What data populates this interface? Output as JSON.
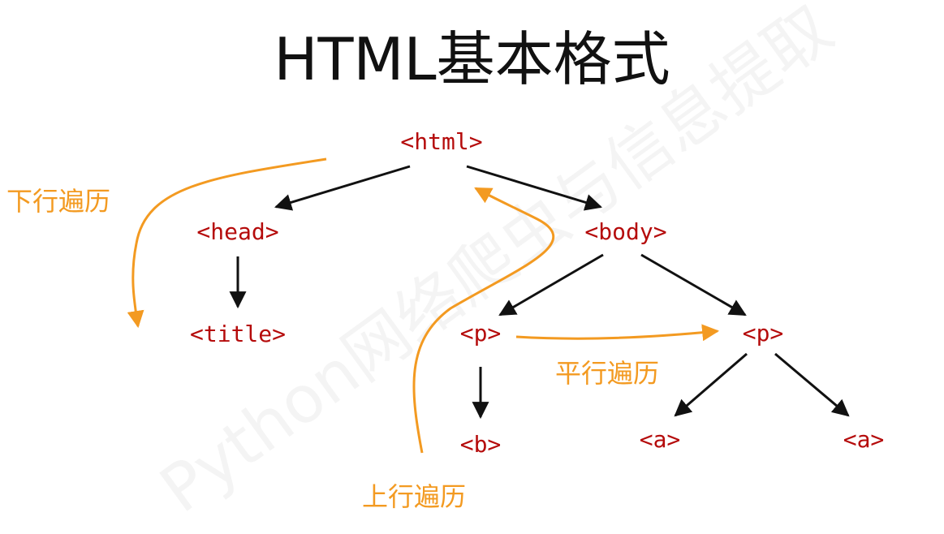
{
  "title": "HTML基本格式",
  "watermark": "Python网络爬虫与信息提取",
  "nodes": {
    "html": "<html>",
    "head": "<head>",
    "body": "<body>",
    "title": "<title>",
    "p1": "<p>",
    "p2": "<p>",
    "b": "<b>",
    "a1": "<a>",
    "a2": "<a>"
  },
  "traversals": {
    "down": "下行遍历",
    "up": "上行遍历",
    "parallel": "平行遍历"
  },
  "edges": [
    {
      "from": "html",
      "to": "head"
    },
    {
      "from": "html",
      "to": "body"
    },
    {
      "from": "head",
      "to": "title"
    },
    {
      "from": "body",
      "to": "p1"
    },
    {
      "from": "body",
      "to": "p2"
    },
    {
      "from": "p1",
      "to": "b"
    },
    {
      "from": "p2",
      "to": "a1"
    },
    {
      "from": "p2",
      "to": "a2"
    }
  ],
  "colors": {
    "node_text": "#b50b0b",
    "edge": "#111111",
    "traversal": "#f39a21"
  }
}
